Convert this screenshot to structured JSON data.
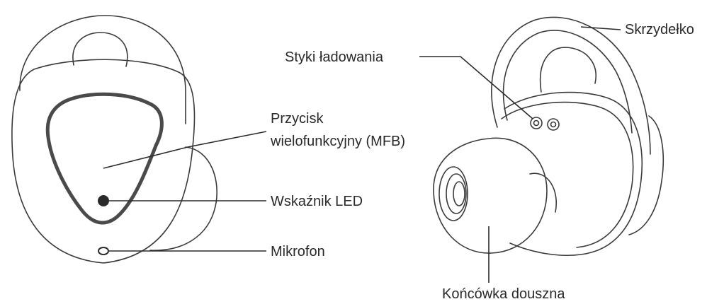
{
  "labels": {
    "mfb_line1": "Przycisk",
    "mfb_line2": "wielofunkcyjny (MFB)",
    "led": "Wskaźnik LED",
    "mic": "Mikrofon",
    "charging_contacts": "Styki ładowania",
    "wing": "Skrzydełko",
    "ear_tip": "Końcówka douszna"
  }
}
